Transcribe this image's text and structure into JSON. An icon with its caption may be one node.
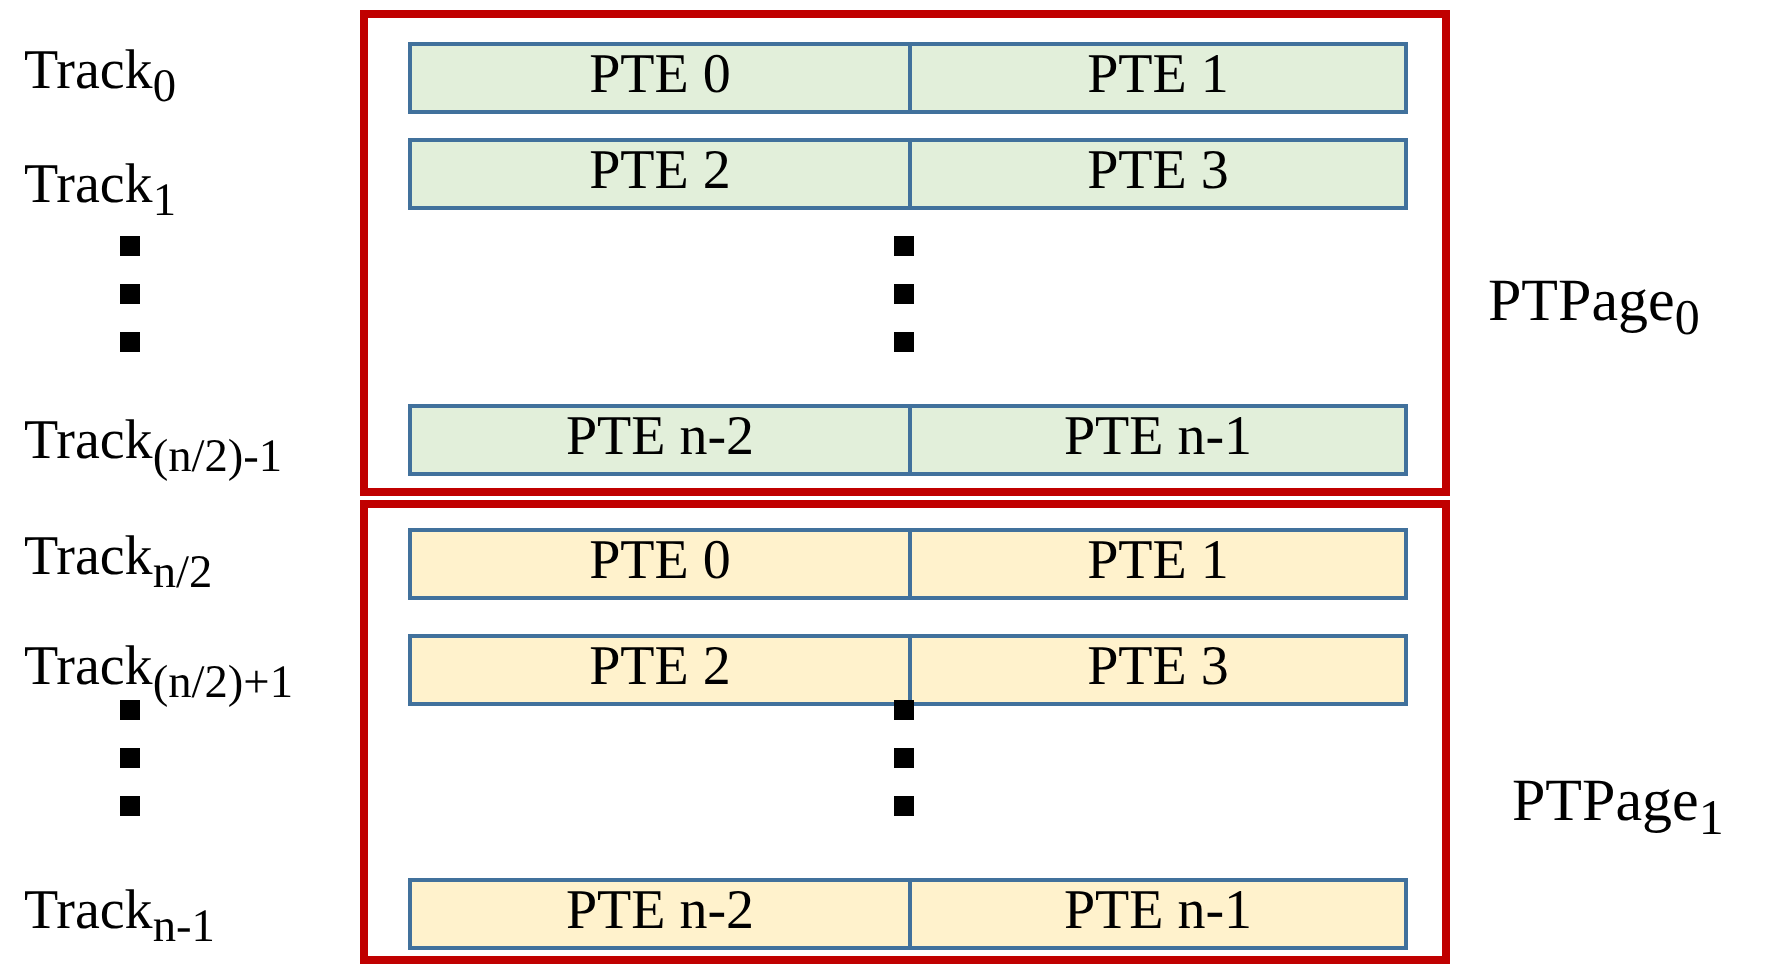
{
  "diagram": {
    "nodes": [
      {
        "text": [
          "PTPage$_{0}$"
        ]
      },
      {
        "text": [
          "PTE 0"
        ],
        "in": 0
      },
      {
        "text": [
          "PTE 1"
        ],
        "in": 0
      },
      {
        "text": [
          "PTE 2"
        ],
        "in": 0
      },
      {
        "text": [
          "PTE 3"
        ],
        "in": 0
      },
      {
        "text": [
          "PTE n-2"
        ],
        "in": 0
      },
      {
        "text": [
          "PTE n-1"
        ],
        "in": 0
      },
      {
        "text": [
          "PTPage$_{1}$"
        ]
      },
      {
        "text": [
          "PTE 0"
        ],
        "in": 7
      },
      {
        "text": [
          "PTE 1"
        ],
        "in": 7
      },
      {
        "text": [
          "PTE 2"
        ],
        "in": 7
      },
      {
        "text": [
          "PTE 3"
        ],
        "in": 7
      },
      {
        "text": [
          "PTE n-2"
        ],
        "in": 7
      },
      {
        "text": [
          "PTE n-1"
        ],
        "in": 7
      }
    ],
    "edges": [],
    "labels": [
      "Track$_{0}$",
      "Track$_{1}$",
      "Track$_{(n/2)-1}$",
      "Track$_{n/2}$",
      "Track$_{(n/2)+1}$",
      "Track$_{n-1}$"
    ]
  }
}
